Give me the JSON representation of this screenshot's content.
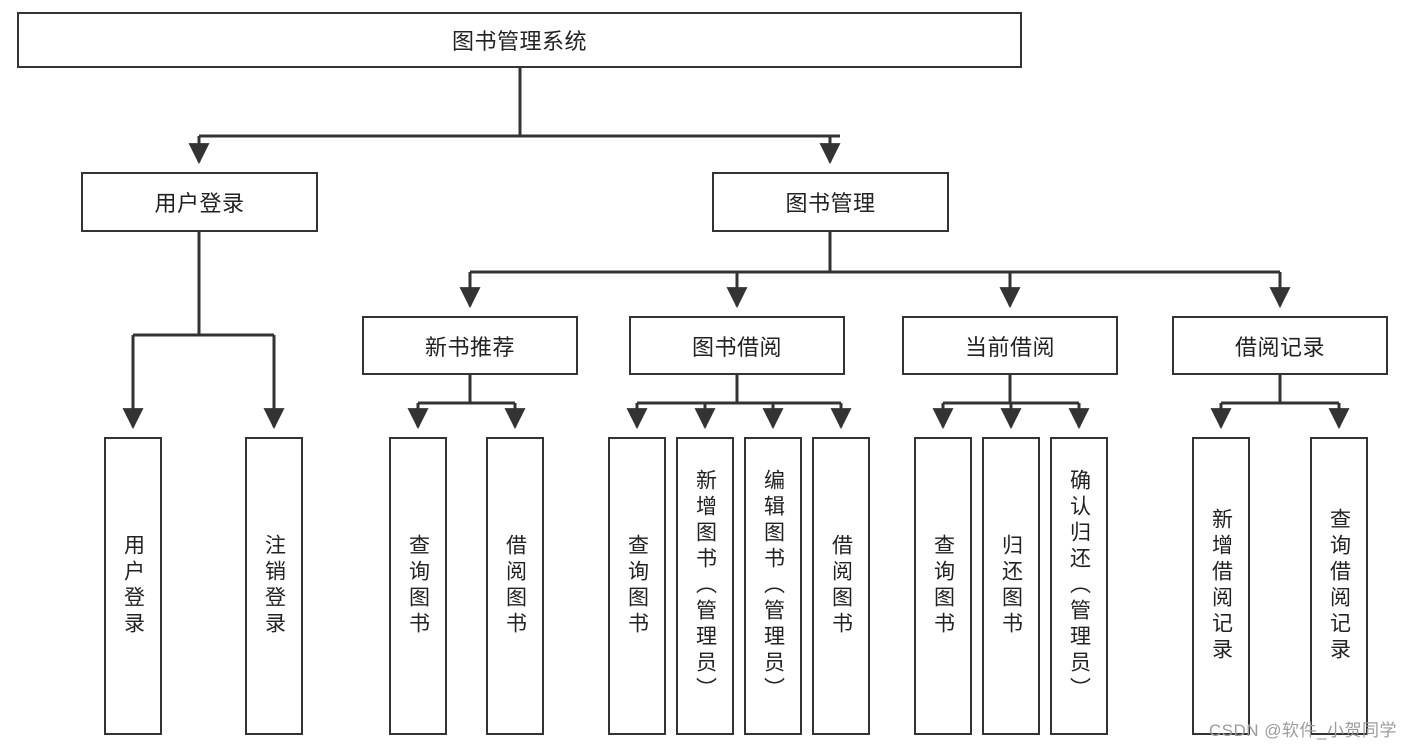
{
  "diagram": {
    "title": "图书管理系统",
    "type": "tree-hierarchy-diagram",
    "colors": {
      "stroke": "#333333",
      "fill": "#ffffff",
      "text": "#222222",
      "watermark": "#9b9b9b"
    },
    "root": {
      "label": "图书管理系统"
    },
    "level2": [
      {
        "label": "用户登录"
      },
      {
        "label": "图书管理"
      }
    ],
    "level3": [
      {
        "label": "新书推荐"
      },
      {
        "label": "图书借阅"
      },
      {
        "label": "当前借阅"
      },
      {
        "label": "借阅记录"
      }
    ],
    "leaves_user_login": [
      {
        "label": "用户登录"
      },
      {
        "label": "注销登录"
      }
    ],
    "leaves_new_book": [
      {
        "label": "查询图书"
      },
      {
        "label": "借阅图书"
      }
    ],
    "leaves_borrow": [
      {
        "label": "查询图书"
      },
      {
        "label": "新增图书（管理员）"
      },
      {
        "label": "编辑图书（管理员）"
      },
      {
        "label": "借阅图书"
      }
    ],
    "leaves_current": [
      {
        "label": "查询图书"
      },
      {
        "label": "归还图书"
      },
      {
        "label": "确认归还（管理员）"
      }
    ],
    "leaves_records": [
      {
        "label": "新增借阅记录"
      },
      {
        "label": "查询借阅记录"
      }
    ]
  },
  "watermark": {
    "text": "CSDN @软件_小贺同学"
  }
}
